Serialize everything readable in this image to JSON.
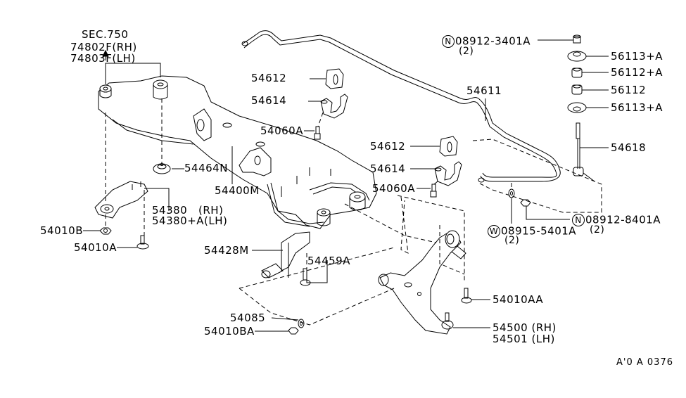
{
  "diagram": {
    "title": "Front Suspension Member & Stabilizer Parts Diagram",
    "reference_code": "A'0 A 0376",
    "section_ref": {
      "sec": "SEC.750",
      "parts": [
        "74802F(RH)",
        "74803F(LH)"
      ]
    },
    "callouts": [
      {
        "id": "54612-upper",
        "label": "54612"
      },
      {
        "id": "54614-upper",
        "label": "54614"
      },
      {
        "id": "54060a-upper",
        "label": "54060A"
      },
      {
        "id": "54612-lower",
        "label": "54612"
      },
      {
        "id": "54614-lower",
        "label": "54614"
      },
      {
        "id": "54060a-lower",
        "label": "54060A"
      },
      {
        "id": "54611",
        "label": "54611"
      },
      {
        "id": "08912-3401a",
        "prefix": "N",
        "label": "08912-3401A",
        "qty": "(2)"
      },
      {
        "id": "56113a-top",
        "label": "56113+A"
      },
      {
        "id": "56112a",
        "label": "56112+A"
      },
      {
        "id": "56112",
        "label": "56112"
      },
      {
        "id": "56113a-bottom",
        "label": "56113+A"
      },
      {
        "id": "54618",
        "label": "54618"
      },
      {
        "id": "08912-8401a",
        "prefix": "N",
        "label": "08912-8401A",
        "qty": "(2)"
      },
      {
        "id": "08915-5401a",
        "prefix": "W",
        "label": "08915-5401A",
        "qty": "(2)"
      },
      {
        "id": "54464n",
        "label": "54464N"
      },
      {
        "id": "54400m",
        "label": "54400M"
      },
      {
        "id": "54380",
        "label": "54380",
        "side": "(RH)"
      },
      {
        "id": "54380a",
        "label": "54380+A",
        "side": "(LH)"
      },
      {
        "id": "54010b",
        "label": "54010B"
      },
      {
        "id": "54010a",
        "label": "54010A"
      },
      {
        "id": "54428m",
        "label": "54428M"
      },
      {
        "id": "54459a",
        "label": "54459A"
      },
      {
        "id": "54085",
        "label": "54085"
      },
      {
        "id": "54010ba",
        "label": "54010BA"
      },
      {
        "id": "54010aa",
        "label": "54010AA"
      },
      {
        "id": "54500",
        "label": "54500",
        "side": "(RH)"
      },
      {
        "id": "54501",
        "label": "54501",
        "side": "(LH)"
      }
    ]
  }
}
